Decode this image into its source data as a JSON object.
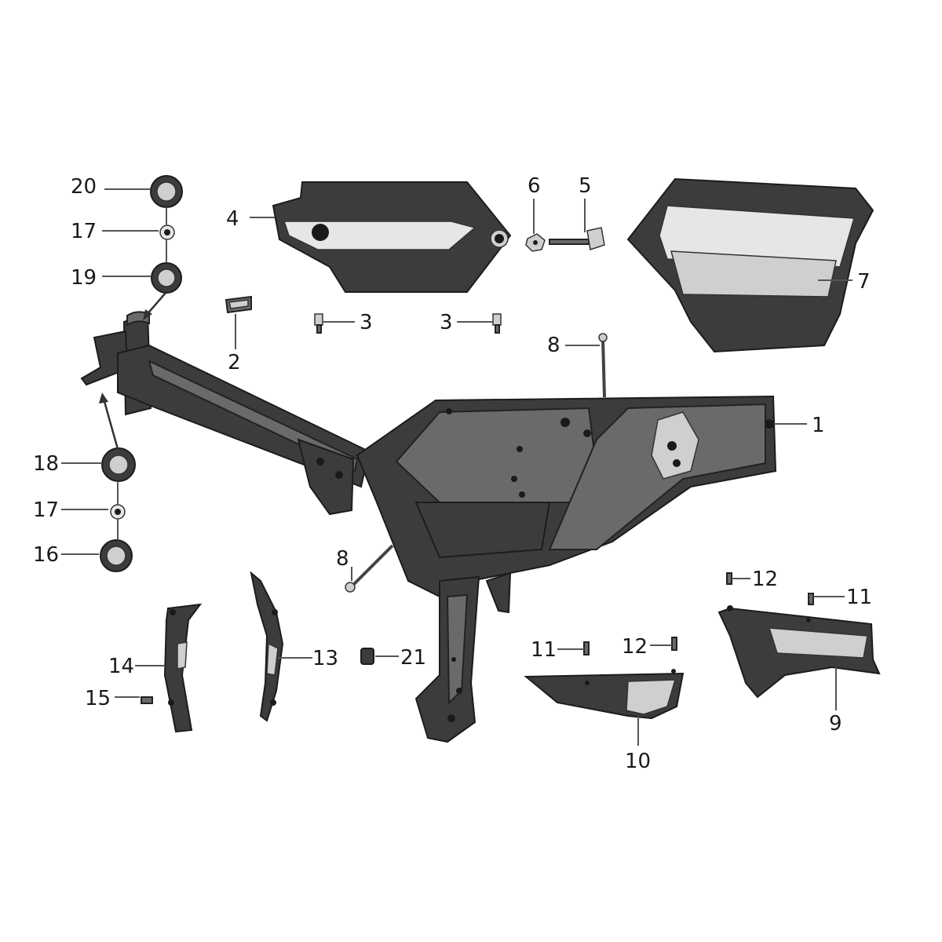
{
  "diagram": {
    "labels": {
      "p1": "1",
      "p2": "2",
      "p3a": "3",
      "p3b": "3",
      "p4": "4",
      "p5": "5",
      "p6": "6",
      "p7": "7",
      "p8a": "8",
      "p8b": "8",
      "p9": "9",
      "p10": "10",
      "p11a": "11",
      "p11b": "11",
      "p12a": "12",
      "p12b": "12",
      "p13": "13",
      "p14": "14",
      "p15": "15",
      "p16": "16",
      "p17a": "17",
      "p17b": "17",
      "p18": "18",
      "p19": "19",
      "p20": "20",
      "p21": "21"
    },
    "colors": {
      "ink": "#1a1a1a",
      "dark_part": "#3c3c3c",
      "light_part": "#cfcfcf",
      "background": "#ffffff"
    }
  }
}
